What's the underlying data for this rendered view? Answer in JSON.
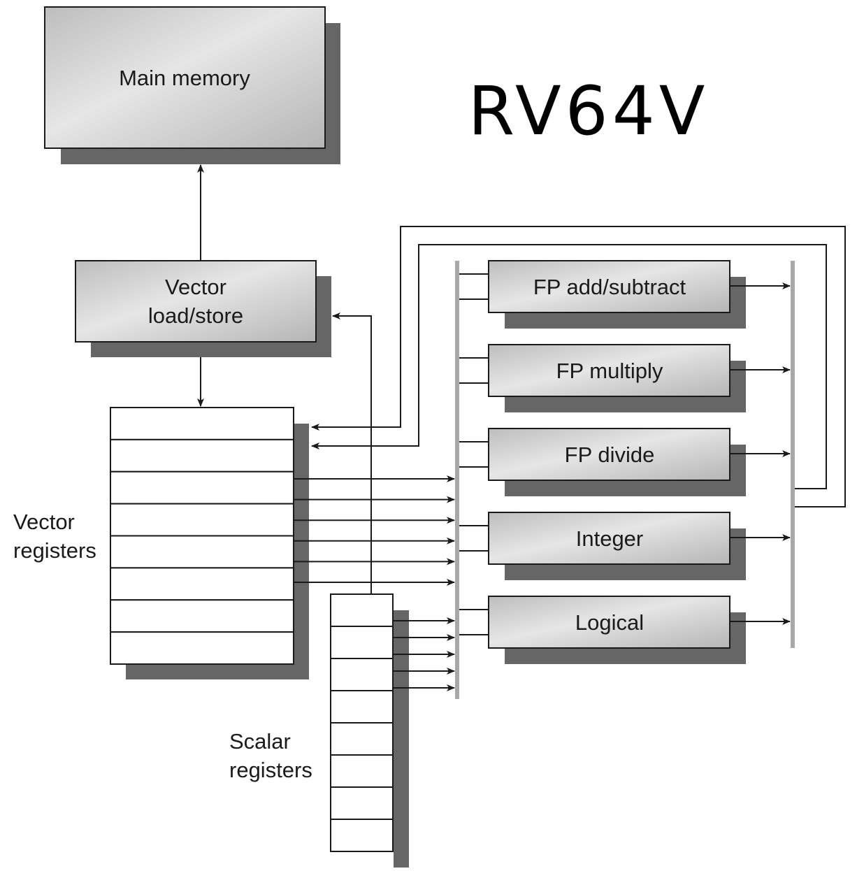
{
  "title": "RV64V",
  "blocks": {
    "main_memory": "Main memory",
    "vector_load_store": [
      "Vector",
      "load/store"
    ]
  },
  "register_files": {
    "vector": {
      "label": [
        "Vector",
        "registers"
      ],
      "entries": 8
    },
    "scalar": {
      "label": [
        "Scalar",
        "registers"
      ],
      "entries": 8
    }
  },
  "functional_units": [
    {
      "label": "FP add/subtract"
    },
    {
      "label": "FP multiply"
    },
    {
      "label": "FP divide"
    },
    {
      "label": "Integer"
    },
    {
      "label": "Logical"
    }
  ],
  "colors": {
    "box_light": "#e4e4e4",
    "box_dark": "#b8b8b8",
    "shadow": "#666666",
    "bus": "#a8a8a8",
    "line": "#1a1a1a"
  }
}
